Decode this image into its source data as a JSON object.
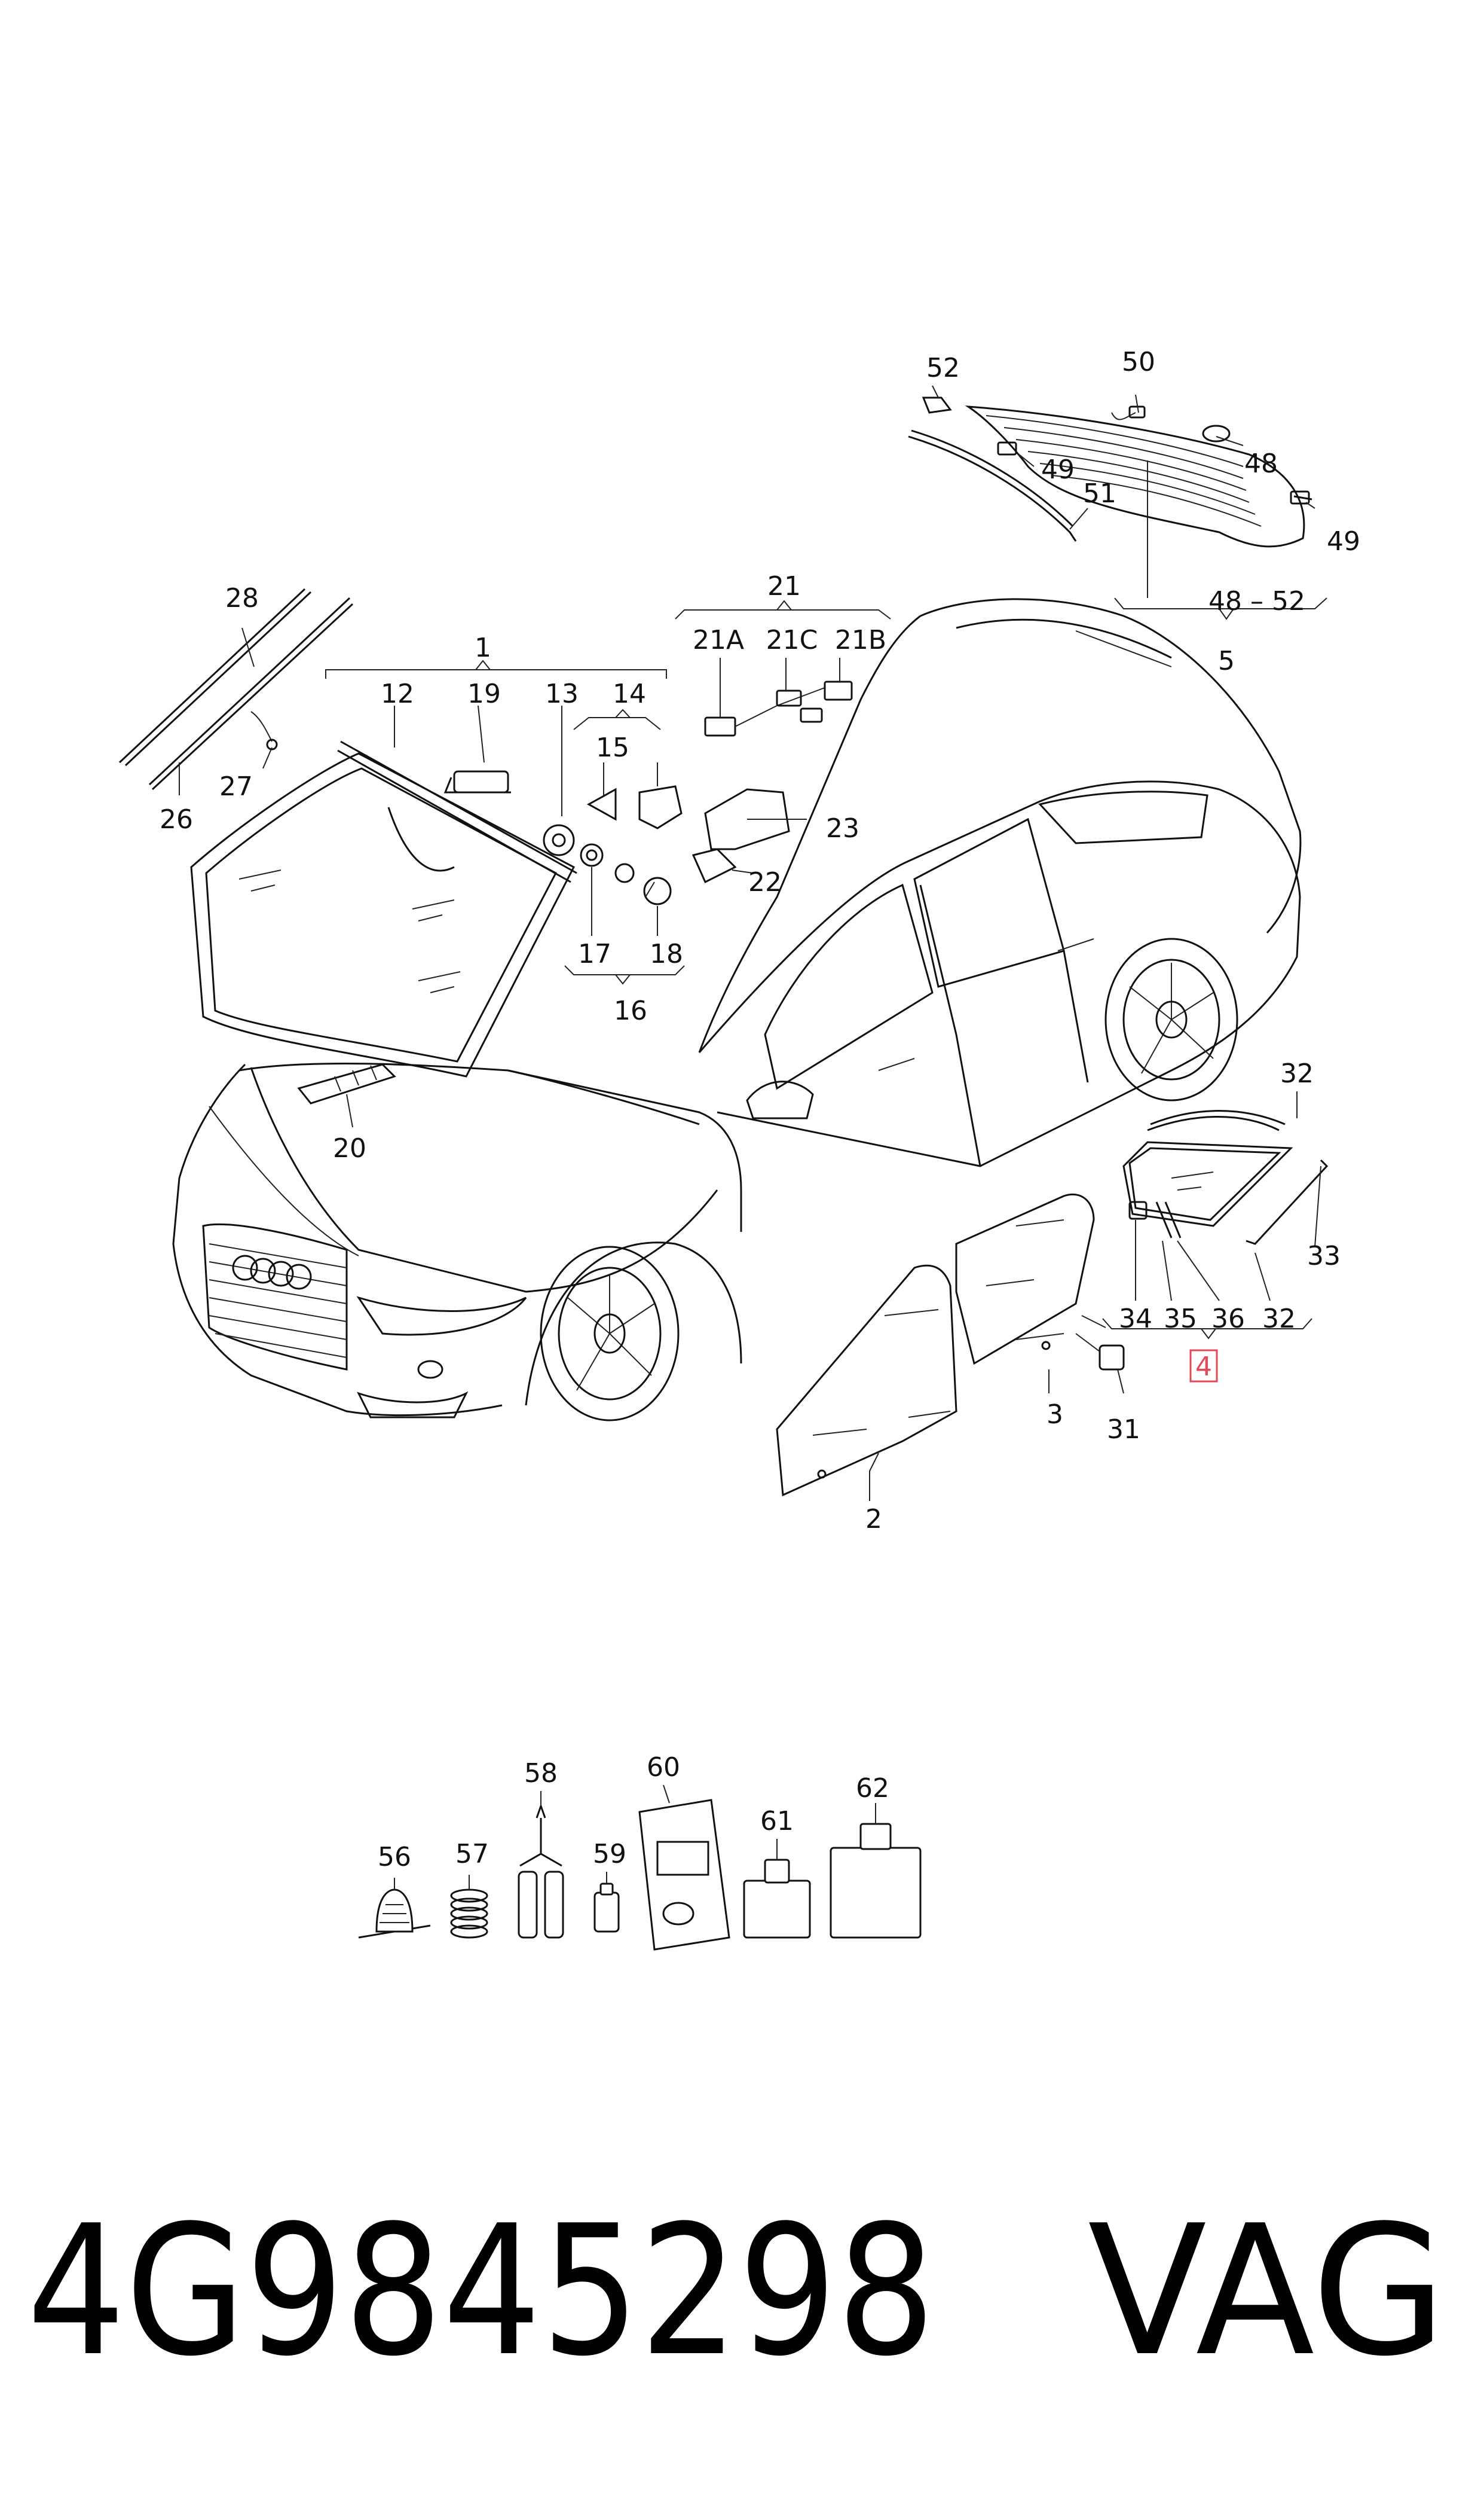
{
  "callouts": {
    "c1": "1",
    "c2": "2",
    "c3": "3",
    "c4": "4",
    "c5": "5",
    "c12": "12",
    "c13": "13",
    "c14": "14",
    "c15": "15",
    "c16": "16",
    "c17": "17",
    "c18": "18",
    "c19": "19",
    "c20": "20",
    "c21": "21",
    "c21a": "21A",
    "c21b": "21B",
    "c21c": "21C",
    "c22": "22",
    "c23": "23",
    "c26": "26",
    "c27": "27",
    "c28": "28",
    "c31": "31",
    "c32a": "32",
    "c32b": "32",
    "c33": "33",
    "c34": "34",
    "c35": "35",
    "c36": "36",
    "c48": "48",
    "c4852": "48 – 52",
    "c49a": "49",
    "c49b": "49",
    "c50": "50",
    "c51": "51",
    "c52": "52",
    "c56": "56",
    "c57": "57",
    "c58": "58",
    "c59": "59",
    "c60": "60",
    "c61": "61",
    "c62": "62"
  },
  "highlight_callout": "4",
  "footer": {
    "part_number": "4G9845298",
    "brand": "VAG"
  },
  "colors": {
    "line": "#111111",
    "highlight": "#e24a5a",
    "background": "#ffffff"
  }
}
